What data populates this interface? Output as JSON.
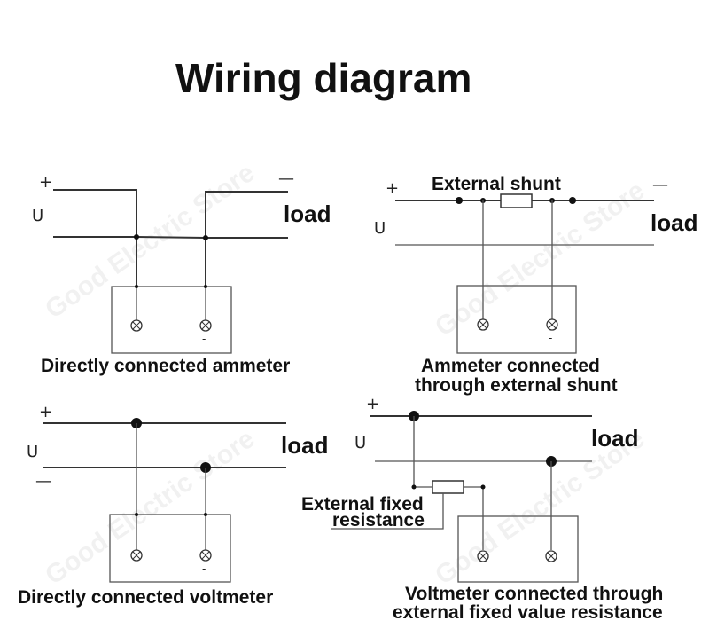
{
  "title": "Wiring diagram",
  "symbols": {
    "plus": "+",
    "minus": "—",
    "voltage": "U",
    "terminal_minus": "-"
  },
  "load_label": "load",
  "watermark": "Good Electric Store",
  "panels": {
    "ammeter_direct": {
      "caption": "Directly connected ammeter"
    },
    "ammeter_shunt": {
      "caption_line1": "Ammeter connected",
      "caption_line2": "through external shunt",
      "shunt_label": "External shunt"
    },
    "voltmeter_direct": {
      "caption": "Directly connected voltmeter"
    },
    "voltmeter_resistance": {
      "caption_line1": "Voltmeter connected through",
      "caption_line2": "external fixed value resistance",
      "resistance_label_line1": "External fixed",
      "resistance_label_line2": "resistance"
    }
  }
}
